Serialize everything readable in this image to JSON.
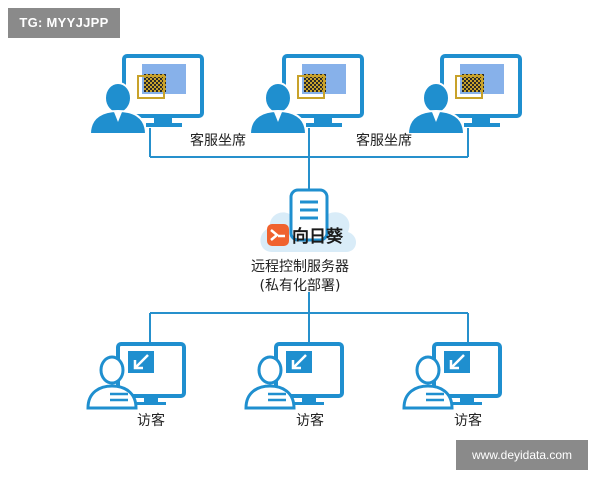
{
  "watermark_tag": "TG: MYYJJPP",
  "watermark_site": "www.deyidata.com",
  "agents_label_left": "客服坐席",
  "agents_label_right": "客服坐席",
  "server": {
    "brand": "向日葵",
    "title": "远程控制服务器",
    "subtitle": "(私有化部署)"
  },
  "visitors": [
    "访客",
    "访客",
    "访客"
  ],
  "colors": {
    "primary": "#1f8fcf",
    "light": "#e8f4fb",
    "screen_block": "#7aa8e8",
    "pattern": "#c8a22a",
    "logo_orange": "#f0622e",
    "line": "#2690cc"
  }
}
